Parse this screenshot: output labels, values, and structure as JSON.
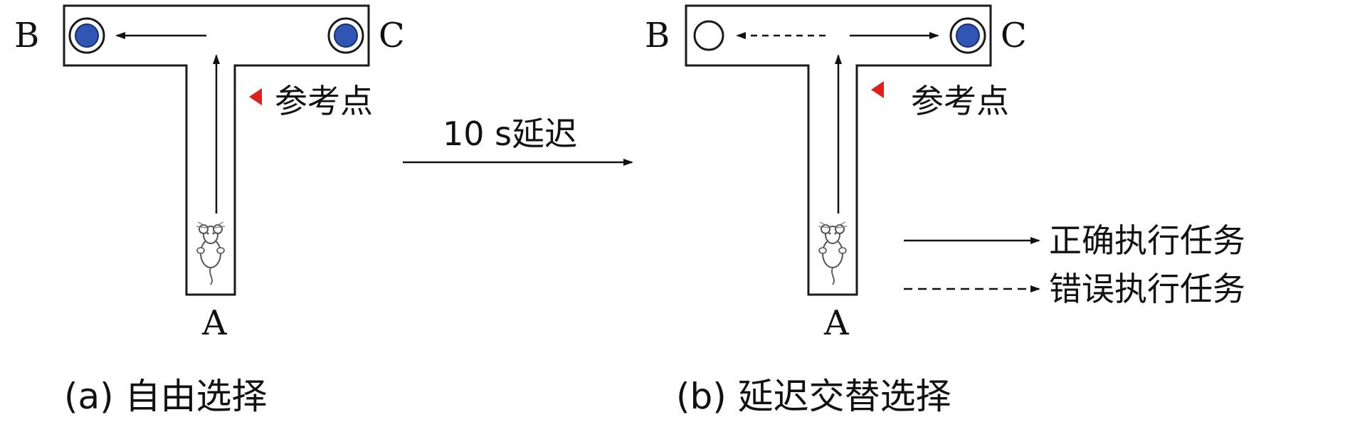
{
  "panel_a": {
    "caption": "(a) 自由选择",
    "label_b": "B",
    "label_c": "C",
    "label_a": "A",
    "reference_point": "参考点"
  },
  "panel_b": {
    "caption": "(b) 延迟交替选择",
    "label_b": "B",
    "label_c": "C",
    "label_a": "A",
    "reference_point": "参考点"
  },
  "transition": {
    "label": "10 s延迟"
  },
  "legend": {
    "correct": "正确执行任务",
    "incorrect": "错误执行任务"
  },
  "colors": {
    "maze_stroke": "#1a1a1a",
    "reward_well_fill": "#2f55b5",
    "reward_well_ring": "#1b2f6e",
    "reference_marker": "#e0201a",
    "text": "#111111"
  },
  "icons": {
    "animal": "mouse-icon",
    "reference": "reference-triangle-icon",
    "well": "reward-well-icon"
  }
}
